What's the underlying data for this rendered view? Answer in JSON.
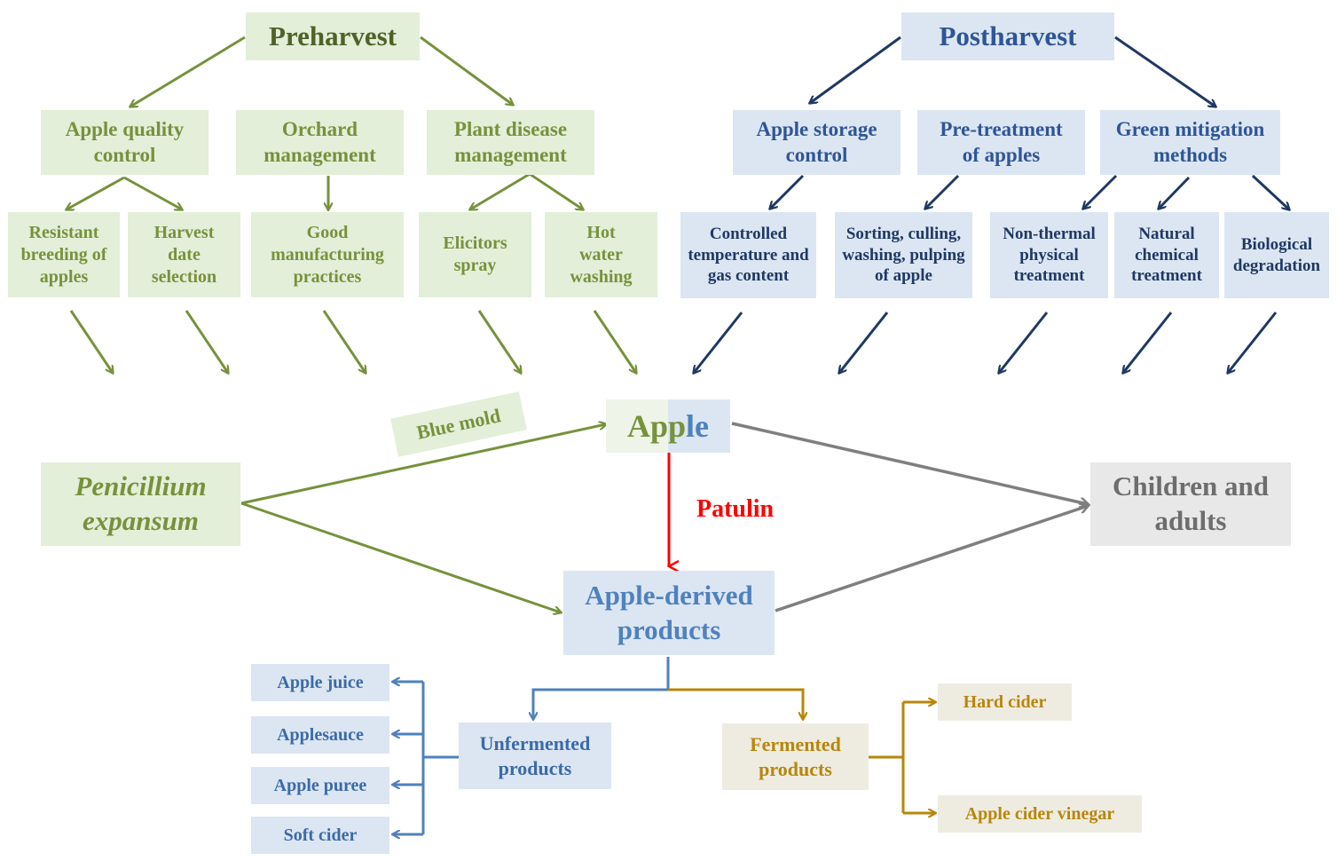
{
  "colors": {
    "green": "#76923c",
    "dark_green": "#4f6228",
    "navy": "#1f3864",
    "blue": "#4f81bd",
    "gold": "#b8860b",
    "gray": "#7f7f7f",
    "red": "#ff0000"
  },
  "preharvest": {
    "title": "Preharvest",
    "categories": [
      "Apple quality control",
      "Orchard management",
      "Plant disease management"
    ],
    "items": [
      "Resistant breeding of apples",
      "Harvest date selection",
      "Good manufacturing practices",
      "Elicitors spray",
      "Hot water washing"
    ]
  },
  "postharvest": {
    "title": "Postharvest",
    "categories": [
      "Apple storage control",
      "Pre-treatment of apples",
      "Green mitigation methods"
    ],
    "items": [
      "Controlled temperature and gas content",
      "Sorting, culling, washing, pulping of apple",
      "Non-thermal physical treatment",
      "Natural chemical treatment",
      "Biological degradation"
    ]
  },
  "center": {
    "apple_part1": "App",
    "apple_part2": "le",
    "blue_mold": "Blue mold",
    "penicillium": "Penicillium expansum",
    "patulin": "Patulin",
    "consumers": "Children and adults",
    "derived": "Apple-derived products"
  },
  "unfermented": {
    "title": "Unfermented products",
    "items": [
      "Apple juice",
      "Applesauce",
      "Apple puree",
      "Soft cider"
    ]
  },
  "fermented": {
    "title": "Fermented products",
    "items": [
      "Hard cider",
      "Apple cider vinegar"
    ]
  }
}
